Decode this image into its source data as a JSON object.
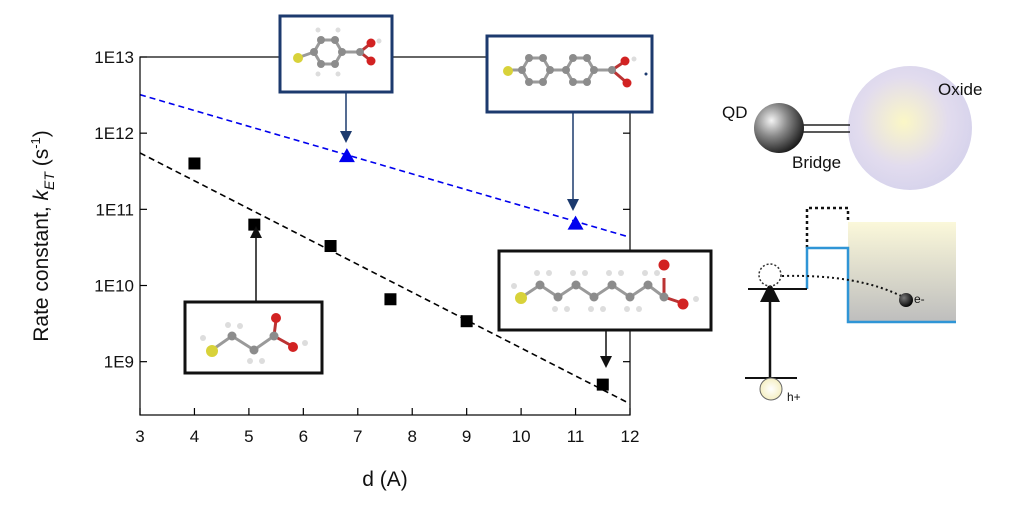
{
  "chart_data": {
    "type": "scatter",
    "xlabel": "d (A)",
    "ylabel": {
      "main": "Rate constant, ",
      "var": "k",
      "sub": "ET",
      "unit_open": " (s",
      "sup": "-1",
      "unit_close": ")"
    },
    "xlim": [
      3,
      12
    ],
    "ylim_log10": [
      8.3,
      13
    ],
    "y_scale": "log",
    "x_ticks": [
      3,
      4,
      5,
      6,
      7,
      8,
      9,
      10,
      11,
      12
    ],
    "y_ticks": [
      {
        "value": 10000000000000.0,
        "label": "1E13"
      },
      {
        "value": 1000000000000.0,
        "label": "1E12"
      },
      {
        "value": 100000000000.0,
        "label": "1E11"
      },
      {
        "value": 10000000000.0,
        "label": "1E10"
      },
      {
        "value": 1000000000.0,
        "label": "1E9"
      }
    ],
    "grid": false,
    "series": [
      {
        "marker": "square",
        "color": "#000000",
        "points": [
          {
            "x": 4.0,
            "y": 400000000000.0
          },
          {
            "x": 5.1,
            "y": 63000000000.0
          },
          {
            "x": 6.5,
            "y": 33000000000.0
          },
          {
            "x": 7.6,
            "y": 6600000000.0
          },
          {
            "x": 9.0,
            "y": 3400000000.0
          },
          {
            "x": 11.5,
            "y": 500000000.0
          }
        ],
        "fit": {
          "style": "dashed",
          "color": "#000000",
          "from": {
            "x": 3,
            "y": 550000000000.0
          },
          "to": {
            "x": 12,
            "y": 280000000.0
          }
        }
      },
      {
        "marker": "triangle",
        "color": "#0000ee",
        "points": [
          {
            "x": 6.8,
            "y": 500000000000.0
          },
          {
            "x": 11.0,
            "y": 65000000000.0
          }
        ],
        "fit": {
          "style": "dashed",
          "color": "#0000ee",
          "from": {
            "x": 3,
            "y": 3200000000000.0
          },
          "to": {
            "x": 12,
            "y": 43000000000.0
          }
        }
      }
    ]
  },
  "schematic": {
    "labels": {
      "qd": "QD",
      "oxide": "Oxide",
      "bridge": "Bridge",
      "electron": "e-",
      "hole": "h+"
    }
  },
  "colors": {
    "triangle_series": "#0000ee",
    "box_border_blue": "#1c3a6e",
    "energy_level_blue": "#2f95d6",
    "oxide_sphere": "#d9d6ef",
    "sulfur_atom": "#d8d23a",
    "carbon_atom": "#8c8c8c",
    "oxygen_atom": "#d22222"
  }
}
